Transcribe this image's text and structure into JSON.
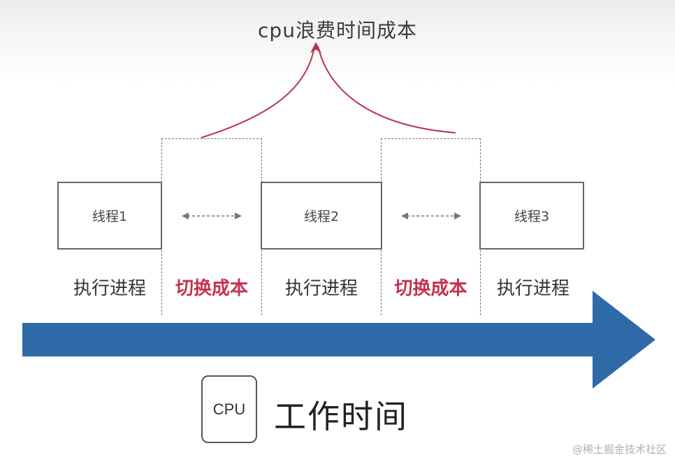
{
  "title": "cpu浪费时间成本",
  "threads": [
    {
      "label": "线程1"
    },
    {
      "label": "线程2"
    },
    {
      "label": "线程3"
    }
  ],
  "phases": [
    {
      "label": "执行进程",
      "kind": "execute"
    },
    {
      "label": "切换成本",
      "kind": "switch"
    },
    {
      "label": "执行进程",
      "kind": "execute"
    },
    {
      "label": "切换成本",
      "kind": "switch"
    },
    {
      "label": "执行进程",
      "kind": "execute"
    }
  ],
  "cpu_badge": "CPU",
  "work_time_label": "工作时间",
  "watermark": "@稀土掘金技术社区",
  "colors": {
    "arrow": "#2f6aa8",
    "cost": "#c3334e",
    "curve": "#b5364f"
  }
}
